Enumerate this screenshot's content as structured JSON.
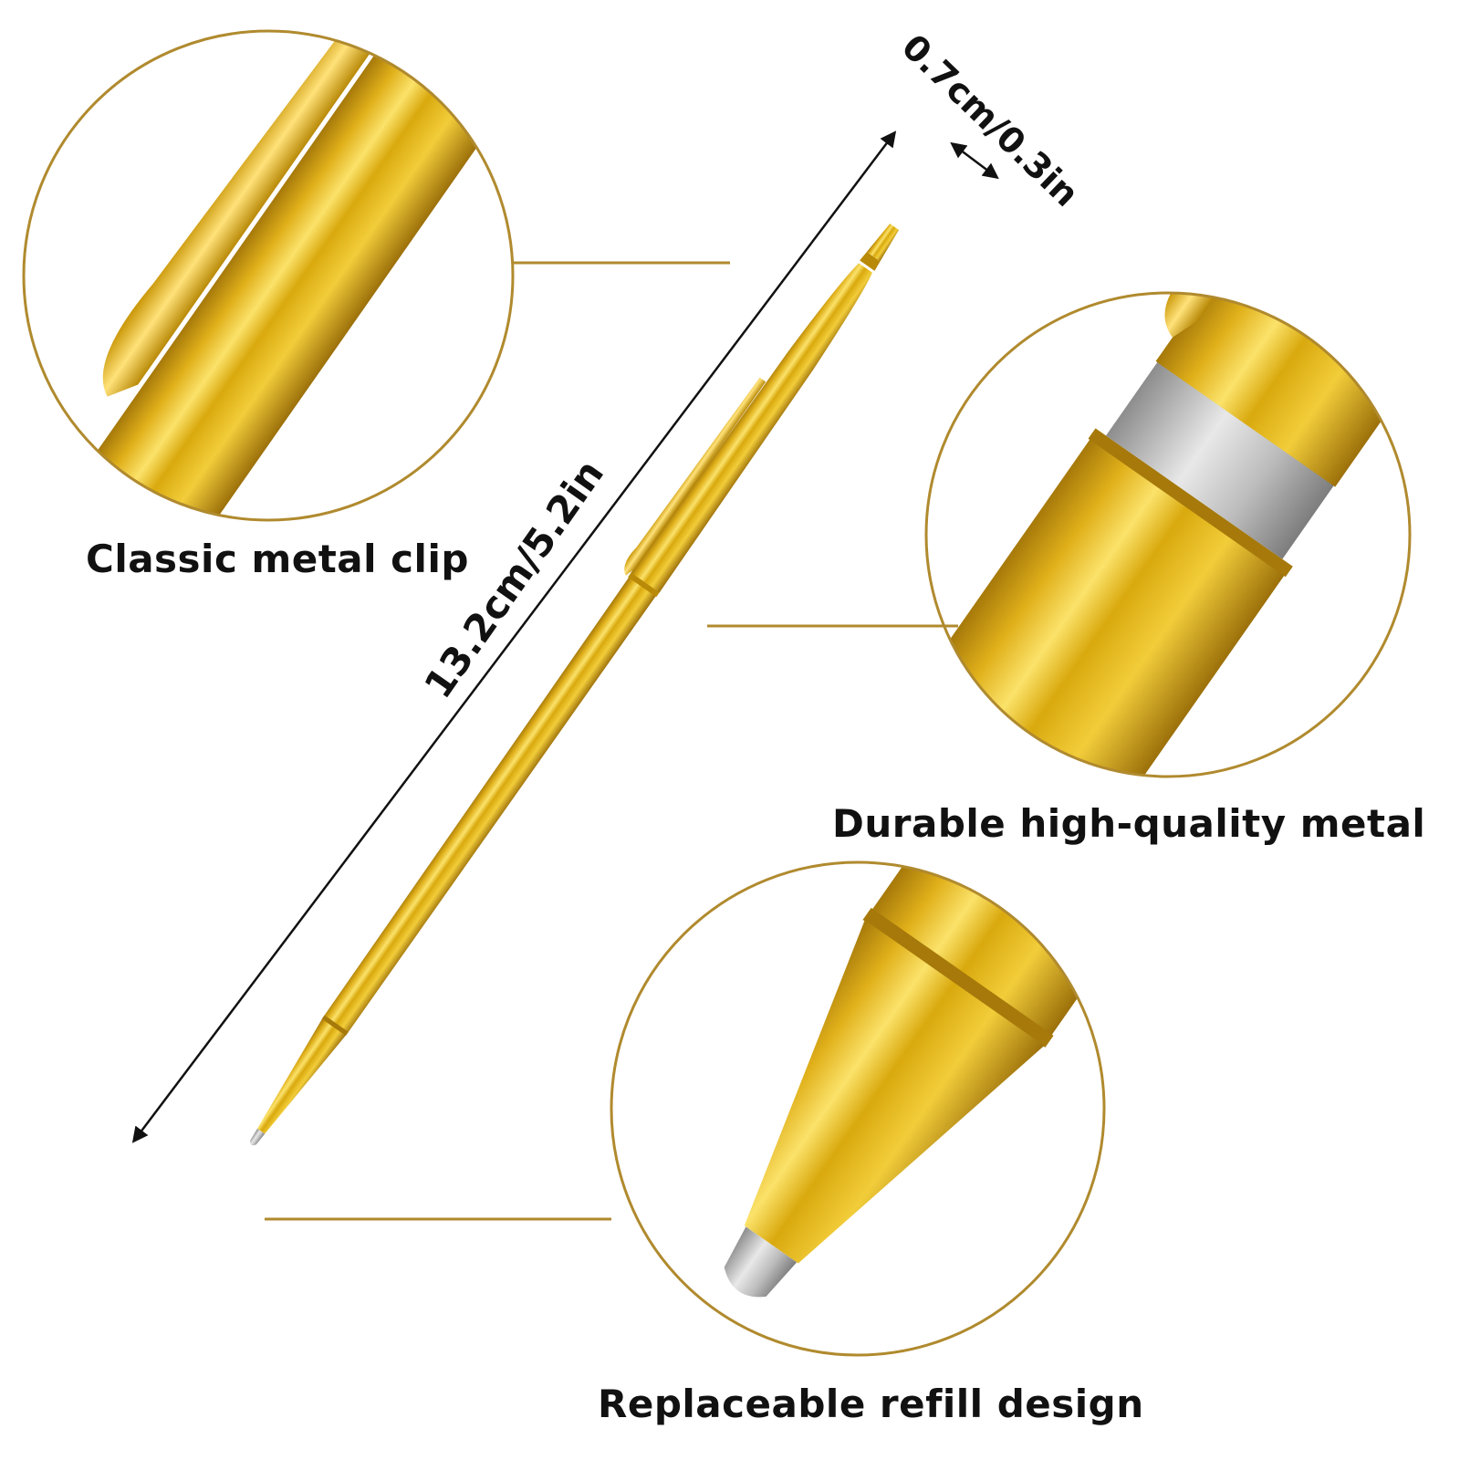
{
  "dimensions": {
    "length_label": "13.2cm/5.2in",
    "width_label": "0.7cm/0.3in"
  },
  "callouts": [
    {
      "label": "Classic metal clip"
    },
    {
      "label": "Durable high-quality metal"
    },
    {
      "label": "Replaceable refill design"
    }
  ],
  "colors": {
    "gold": "#d9a90e",
    "gold_light": "#fbe26a",
    "gold_dark": "#a6790a",
    "silver": "#b8b8b8",
    "ring_line": "#b08a2e",
    "text": "#111111",
    "background": "#ffffff"
  }
}
